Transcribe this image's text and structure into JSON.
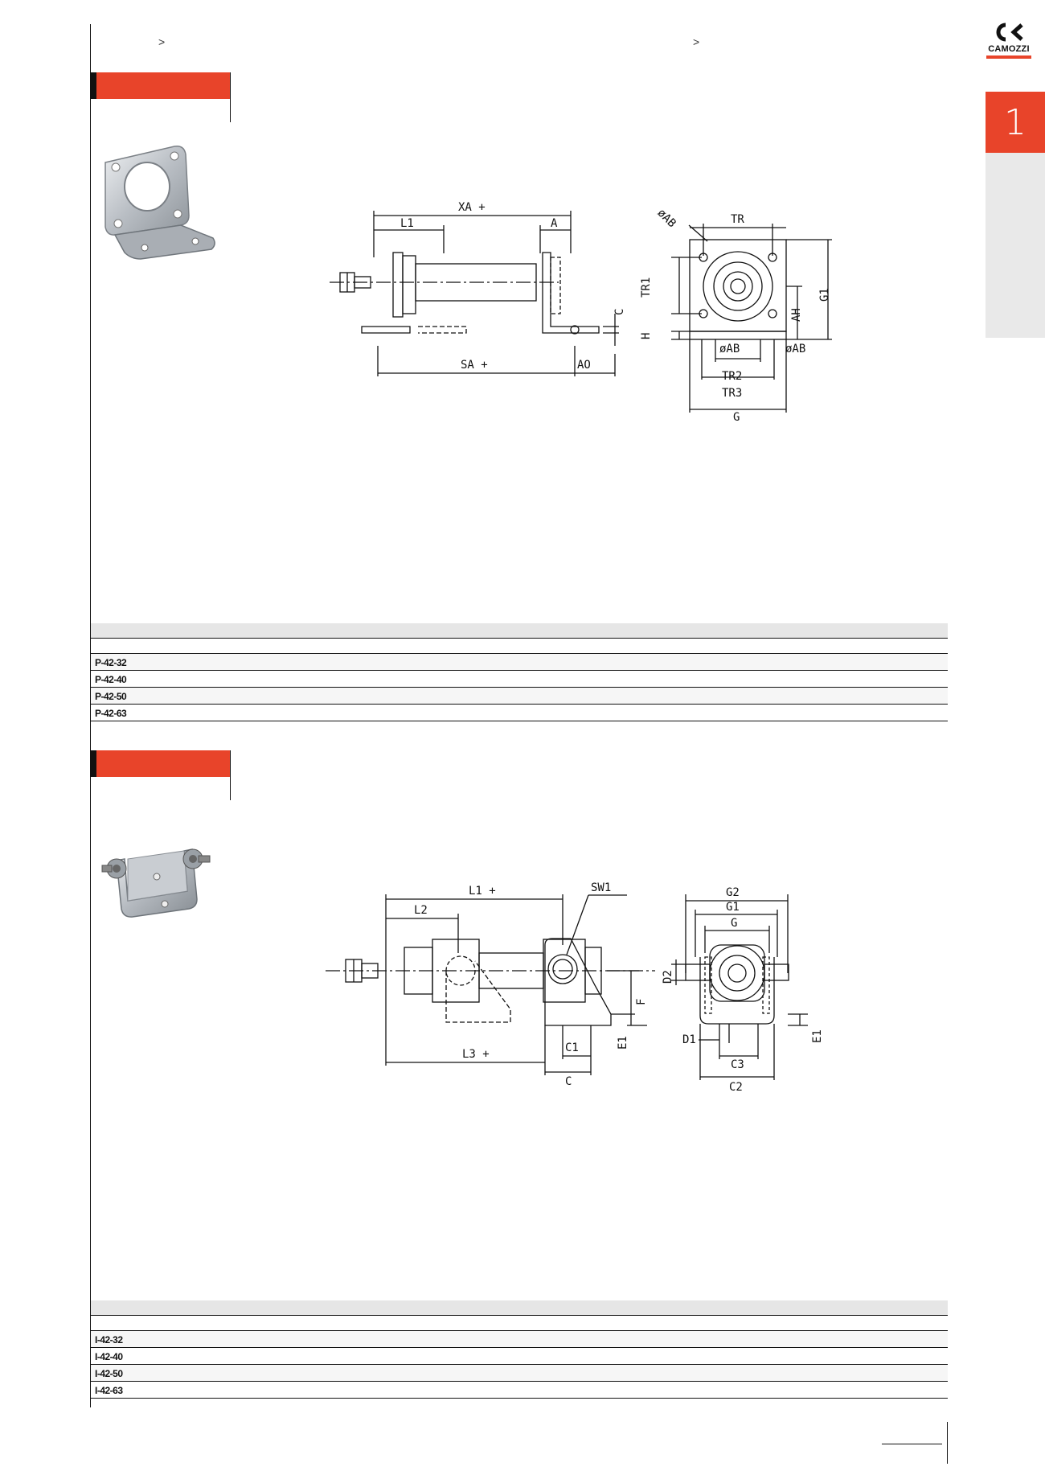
{
  "header": {
    "breadcrumb_left": ">",
    "breadcrumb_right": ">",
    "brand_name": "CAMOZZI",
    "chapter_tab": "1"
  },
  "section1": {
    "drawing_labels": {
      "xa": "XA +",
      "l1": "L1",
      "a": "A",
      "c": "C",
      "sa": "SA +",
      "ao": "AO",
      "tr": "TR",
      "ab_top": "øAB",
      "tr1": "TR1",
      "h": "H",
      "ah": "AH",
      "g1": "G1",
      "ab_left": "øAB",
      "ab_right": "øAB",
      "tr2": "TR2",
      "tr3": "TR3",
      "g": "G"
    },
    "rows": [
      "P-42-32",
      "P-42-40",
      "P-42-50",
      "P-42-63"
    ]
  },
  "section2": {
    "drawing_labels": {
      "l1": "L1 +",
      "l2": "L2",
      "sw1": "SW1",
      "f": "F",
      "e1_left": "E1",
      "l3": "L3 +",
      "c1": "C1",
      "c": "C",
      "g2": "G2",
      "g1": "G1",
      "g": "G",
      "d2": "D2",
      "d1": "D1",
      "c3": "C3",
      "c2": "C2",
      "e1_right": "E1"
    },
    "rows": [
      "I-42-32",
      "I-42-40",
      "I-42-50",
      "I-42-63"
    ]
  }
}
